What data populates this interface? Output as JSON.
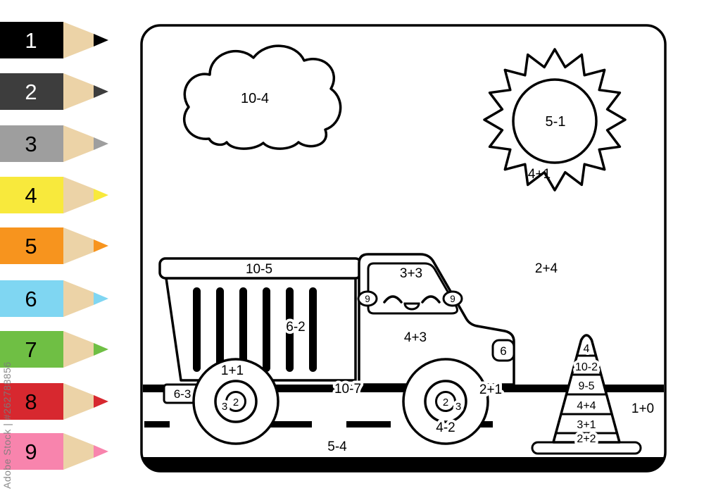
{
  "watermark": {
    "credit": "Adobe Stock | #262788856"
  },
  "palette": {
    "pencils": [
      {
        "number": "1",
        "color": "#000000",
        "text_color": "#ffffff"
      },
      {
        "number": "2",
        "color": "#3d3d3d",
        "text_color": "#ffffff"
      },
      {
        "number": "3",
        "color": "#9e9e9e",
        "text_color": "#000000"
      },
      {
        "number": "4",
        "color": "#f8e93c",
        "text_color": "#000000"
      },
      {
        "number": "5",
        "color": "#f7941e",
        "text_color": "#000000"
      },
      {
        "number": "6",
        "color": "#7fd6f2",
        "text_color": "#000000"
      },
      {
        "number": "7",
        "color": "#6fbf44",
        "text_color": "#000000"
      },
      {
        "number": "8",
        "color": "#d7282f",
        "text_color": "#000000"
      },
      {
        "number": "9",
        "color": "#f884ad",
        "text_color": "#000000"
      }
    ]
  },
  "scene": {
    "cloud": {
      "label": "10-4"
    },
    "sun": {
      "center_label": "5-1",
      "inner_label": "4+1"
    },
    "sky_label": "2+4",
    "truck": {
      "bed_rail_label": "10-5",
      "bed_label": "6-2",
      "window_label": "3+3",
      "cab_label": "4+3",
      "mirror_left_label": "9",
      "mirror_right_label": "9",
      "tank_label": "6",
      "rear_box_label": "6-3",
      "chassis_label": "10-7",
      "front_label": "2+1",
      "over_front_wheel_label": "1+1",
      "under_rear_wheel_label": "4-2",
      "front_wheel": {
        "hub_label": "2",
        "rim_label": "3"
      },
      "rear_wheel": {
        "hub_label": "2",
        "rim_label": "3"
      }
    },
    "cone": {
      "stripe_labels": [
        "4",
        "10-2",
        "9-5",
        "4+4",
        "3+1",
        "2+2"
      ],
      "beside_label": "1+0"
    },
    "road_label": "5-4"
  }
}
